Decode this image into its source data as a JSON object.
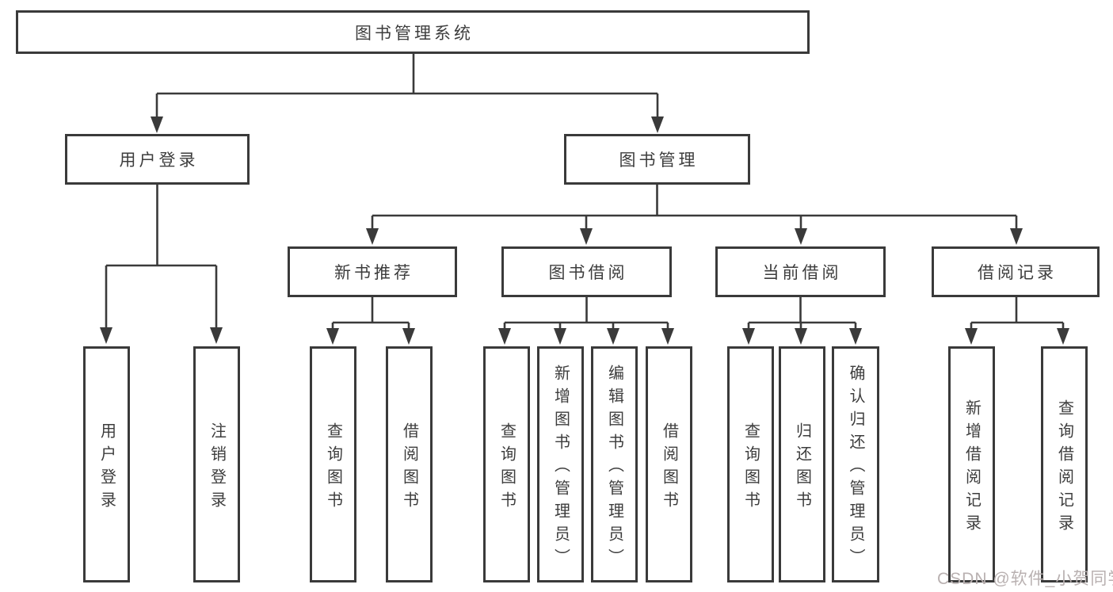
{
  "tree": {
    "root": {
      "label": "图书管理系统",
      "children": [
        {
          "label": "用户登录",
          "children": [
            {
              "label": "用户登录"
            },
            {
              "label": "注销登录"
            }
          ]
        },
        {
          "label": "图书管理",
          "children": [
            {
              "label": "新书推荐",
              "children": [
                {
                  "label": "查询图书"
                },
                {
                  "label": "借阅图书"
                }
              ]
            },
            {
              "label": "图书借阅",
              "children": [
                {
                  "label": "查询图书"
                },
                {
                  "label": "新增图书（管理员）"
                },
                {
                  "label": "编辑图书（管理员）"
                },
                {
                  "label": "借阅图书"
                }
              ]
            },
            {
              "label": "当前借阅",
              "children": [
                {
                  "label": "查询图书"
                },
                {
                  "label": "归还图书"
                },
                {
                  "label": "确认归还（管理员）"
                }
              ]
            },
            {
              "label": "借阅记录",
              "children": [
                {
                  "label": "新增借阅记录"
                },
                {
                  "label": "查询借阅记录"
                }
              ]
            }
          ]
        }
      ]
    }
  },
  "watermark": {
    "text": "CSDN @软件_小贺同学"
  },
  "colors": {
    "line": "#3a3a3a",
    "box_border": "#3a3a3a",
    "box_fill": "#ffffff",
    "text": "#3d3d3d",
    "watermark": "#b9b1b1",
    "background": "#ffffff"
  }
}
